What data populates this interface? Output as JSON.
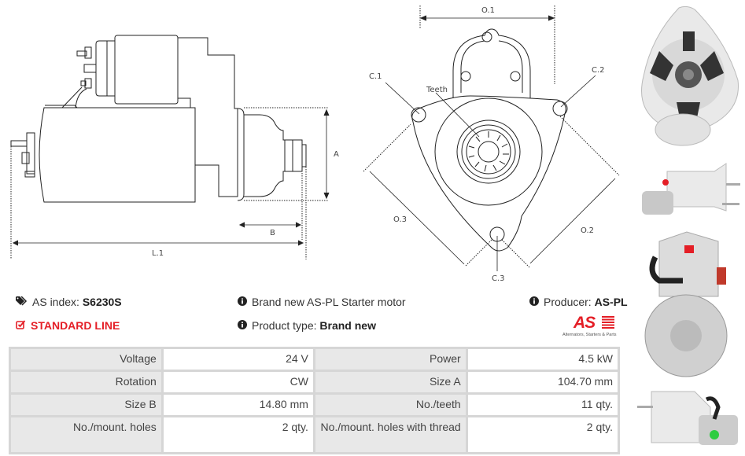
{
  "drawings": {
    "side_view": {
      "labels": {
        "a": "A",
        "b": "B",
        "l1": "L.1"
      }
    },
    "front_view": {
      "labels": {
        "o1": "O.1",
        "o2": "O.2",
        "o3": "O.3",
        "c1": "C.1",
        "c2": "C.2",
        "c3": "C.3",
        "teeth": "Teeth"
      }
    }
  },
  "info": {
    "as_index_label": "AS index:",
    "as_index_value": "S6230S",
    "standard_line": "STANDARD LINE",
    "description": "Brand new AS-PL Starter motor",
    "product_type_label": "Product type:",
    "product_type_value": "Brand new",
    "producer_label": "Producer:",
    "producer_value": "AS-PL",
    "logo_text": "AS",
    "logo_tagline": "Alternators, Starters & Parts"
  },
  "colors": {
    "accent": "#e41e26",
    "label_bg": "#e8e8e8",
    "border": "#d6d6d6"
  },
  "specs": [
    {
      "label1": "Voltage",
      "value1": "24 V",
      "label2": "Power",
      "value2": "4.5 kW"
    },
    {
      "label1": "Rotation",
      "value1": "CW",
      "label2": "Size A",
      "value2": "104.70 mm"
    },
    {
      "label1": "Size B",
      "value1": "14.80 mm",
      "label2": "No./teeth",
      "value2": "11 qty."
    },
    {
      "label1": "No./mount. holes",
      "value1": "2 qty.",
      "label2": "No./mount. holes with thread",
      "value2": "2 qty."
    }
  ],
  "photos": [
    {
      "alt": "Starter front view"
    },
    {
      "alt": "Starter side view"
    },
    {
      "alt": "Starter rear view"
    },
    {
      "alt": "Starter side view opposite"
    }
  ]
}
